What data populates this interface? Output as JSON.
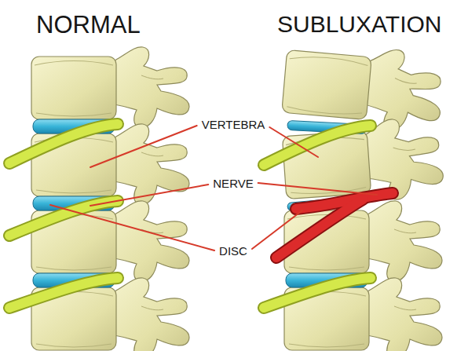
{
  "diagram": {
    "labels": [
      "NORMAL",
      "SUBLUXATION",
      "VERTEBRA",
      "NERVE",
      "DISC"
    ]
  }
}
